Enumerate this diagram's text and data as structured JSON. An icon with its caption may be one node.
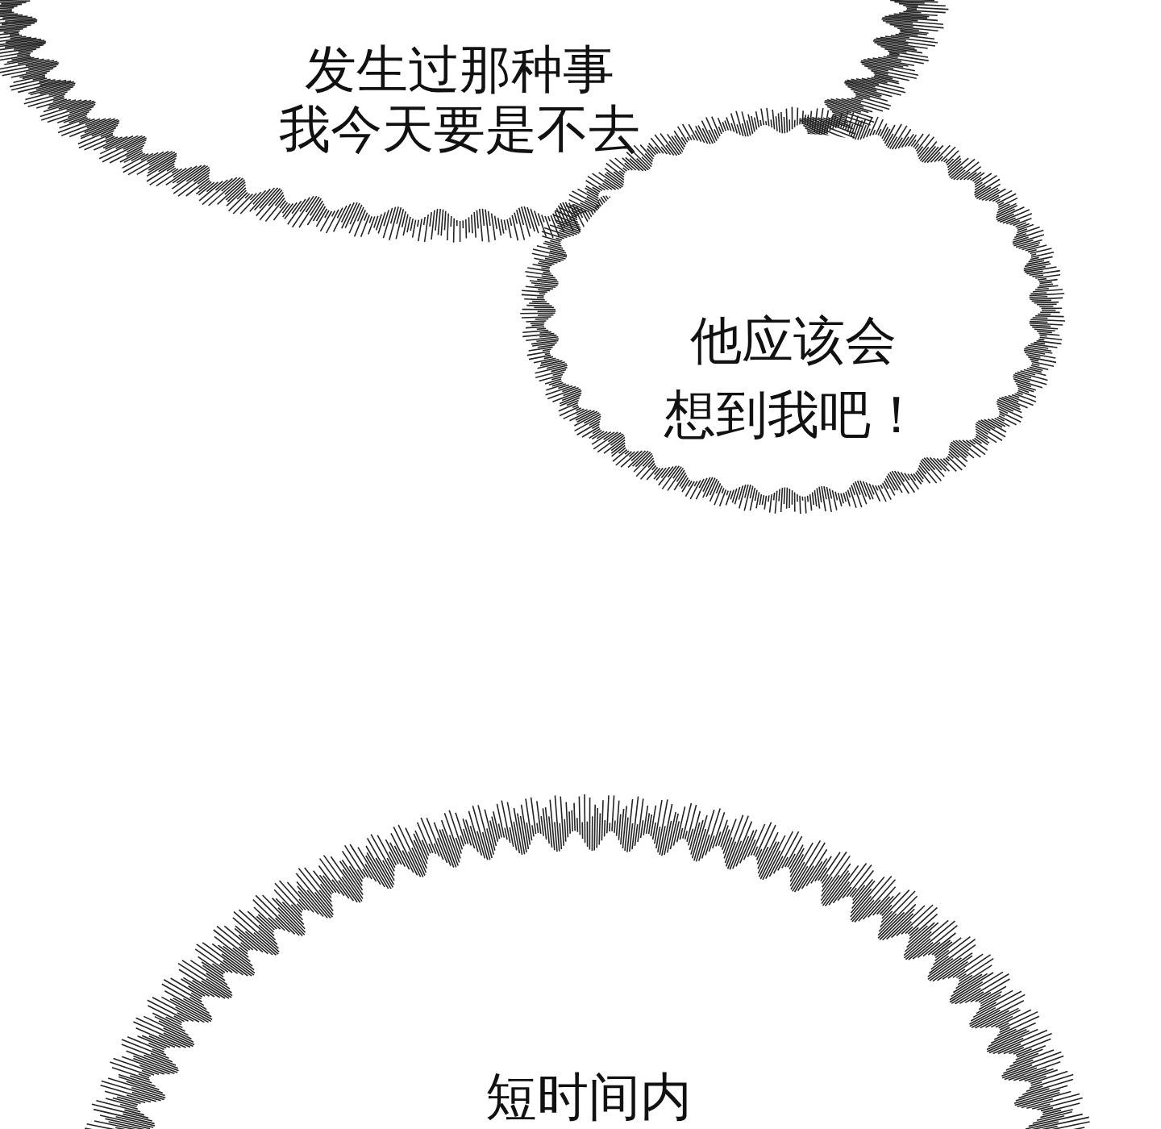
{
  "diagram": {
    "nodes": [
      {
        "text": [
          "发生过那种事我今天要是不去"
        ]
      },
      {
        "text": [
          "他应该会想到我吧！"
        ]
      },
      {
        "text": [
          "短时间内"
        ]
      }
    ]
  }
}
